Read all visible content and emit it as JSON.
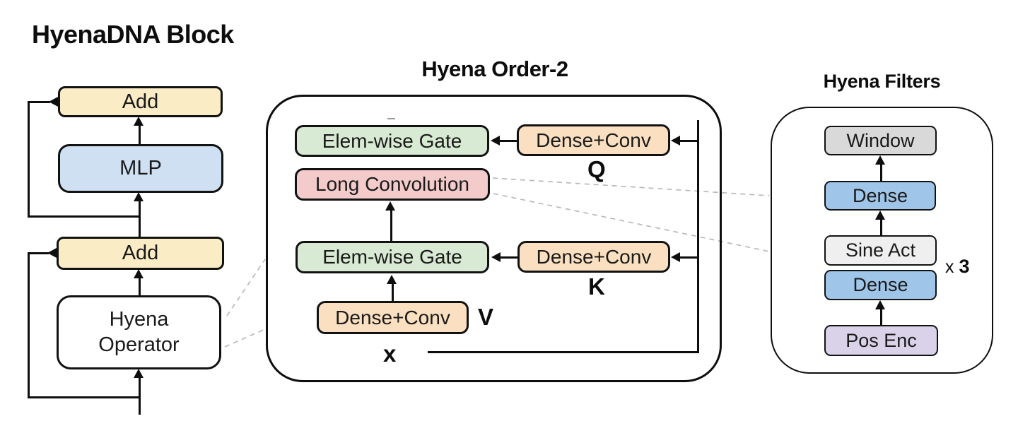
{
  "block_panel": {
    "title": "HyenaDNA Block",
    "add_top": "Add",
    "mlp": "MLP",
    "add_bottom": "Add",
    "hyena_operator_line1": "Hyena",
    "hyena_operator_line2": "Operator"
  },
  "order2_panel": {
    "title": "Hyena Order-2",
    "gate_top": "Elem-wise Gate",
    "dense_conv_q": "Dense+Conv",
    "q_label": "Q",
    "long_convolution": "Long Convolution",
    "gate_bottom": "Elem-wise Gate",
    "dense_conv_k": "Dense+Conv",
    "k_label": "K",
    "dense_conv_v": "Dense+Conv",
    "v_label": "V",
    "x_label": "x"
  },
  "filters_panel": {
    "title": "Hyena Filters",
    "window": "Window",
    "dense_top": "Dense",
    "sine_act": "Sine Act",
    "dense_bottom": "Dense",
    "pos_enc": "Pos Enc",
    "repeat_prefix": "x ",
    "repeat_count": "3"
  },
  "colors": {
    "add_fill": "#FAEDC6",
    "mlp_fill": "#CEE0F2",
    "operator_fill": "#FFFFFF",
    "gate_fill": "#D8EAD3",
    "long_conv_fill": "#F3CBCB",
    "dense_conv_fill": "#FAE0C1",
    "window_fill": "#D9D9D9",
    "dense_fill": "#9FC5E8",
    "sine_fill": "#EFEFEF",
    "pos_enc_fill": "#D9D2E9",
    "stroke": "#0E0E0E",
    "dashed_line": "#B9B9B9"
  }
}
